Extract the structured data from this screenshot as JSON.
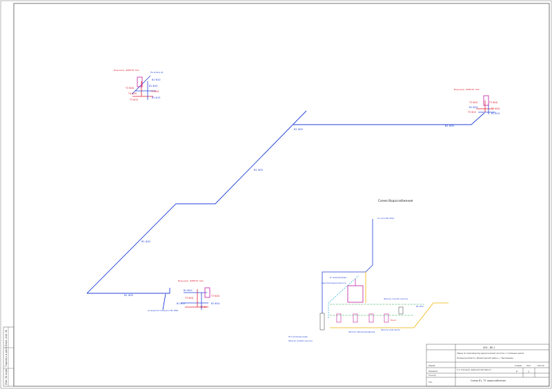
{
  "scheme_title": "Схема Водоснабжения",
  "pipes": {
    "main_labels": [
      "В1 Ф32",
      "В1 Ф32",
      "В1 Ф32",
      "В1 Ф32",
      "В1 Ф32"
    ],
    "riser_top_label": "из сети В1 Ф50",
    "riser_left_label": "из водопостоянного В1 Ф50"
  },
  "units": {
    "top_left": {
      "heater_label": "Водонагр. ЭЛЕКТР. 50л",
      "labels": [
        "Т3 Ф20",
        "В1 Ф20",
        "Т4 Ф20",
        "В1 Ф20",
        "Т3 Ф20",
        "В1 Ф15",
        "Т3 Ф15"
      ],
      "note": "На мойку Д"
    },
    "top_right": {
      "heater_label": "Водонагр. ЭЛЕКТР. 50л",
      "labels": [
        "Т3 Ф20",
        "Т3 Ф20",
        "В1 Ф20",
        "Т3 Ф20",
        "В1 Ф15",
        "Т3 Ф15"
      ]
    },
    "bottom_left": {
      "heater_label": "Водонагр. ЭЛЕКТР. 50л",
      "labels": [
        "Т3 Ф20",
        "В1 Ф20",
        "Т3 Ф20",
        "В1 Ф20",
        "Т3 Ф15",
        "В1 Ф15"
      ]
    }
  },
  "station": {
    "labels": [
      "От водопровода",
      "накопительная емкость",
      "Фильтр тонкой очистки",
      "В1 Ф50",
      "Фильтр обезжелезивания",
      "Фильтр умягчения",
      "Насос",
      "Поступление воды",
      "Фильтр грубой очистки"
    ]
  },
  "side_strip": [
    "Взам. инв. №",
    "Подпись и дата",
    "Инв. № подл."
  ],
  "title_block": {
    "code": "ХХХ - ВК-1",
    "project": "Завод по производству двухосновной кислоты с головным цехом",
    "address": "Липецкая область, Измалковский район, с. Васильевка",
    "sheet_name": "Схемы В1, Т3. водоснабжения",
    "building": "2-х этажный. административного",
    "stage": "Р",
    "sheet": "1",
    "col_labels": [
      "Изм.",
      "Кол.уч",
      "Лист",
      "№док",
      "Подп.",
      "Дата"
    ],
    "row_labels": [
      "Разраб.",
      "Проверил",
      "Н.контр.",
      "Утв."
    ],
    "stage_headers": [
      "Стадия",
      "Лист",
      "Листов"
    ]
  },
  "colors": {
    "blue_pipe": "#1f3fd8",
    "red_pipe": "#e0182a",
    "magenta": "#c21aa0",
    "yellow_pipe": "#f0b400",
    "cyan_dash": "#19a7c9",
    "green": "#24a63a",
    "frame": "#555555"
  }
}
